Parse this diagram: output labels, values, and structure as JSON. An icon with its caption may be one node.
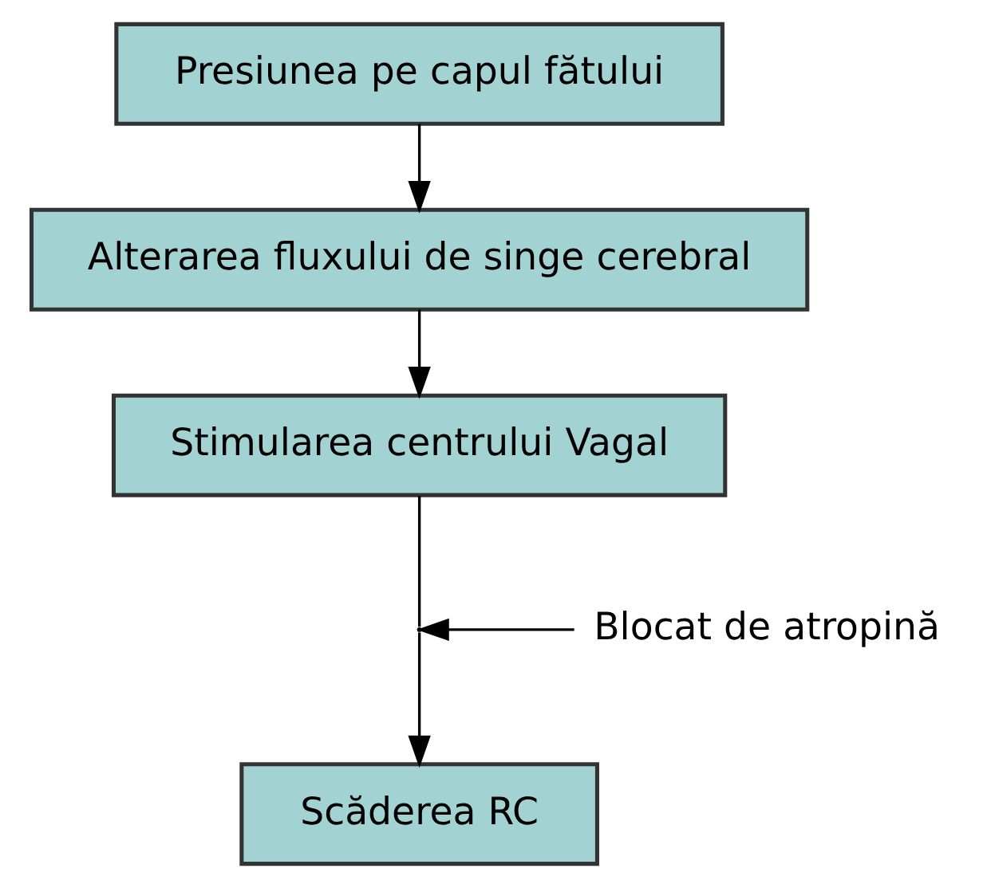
{
  "diagram": {
    "nodes": [
      {
        "text": [
          "Presiunea pe capul fătului"
        ]
      },
      {
        "text": [
          "Alterarea fluxului de singe cerebral"
        ]
      },
      {
        "text": [
          "Stimularea centrului Vagal"
        ]
      },
      {
        "text": [
          "Scăderea RC"
        ]
      },
      {
        "text": [
          "Blocat de atropină"
        ]
      }
    ],
    "edges": [
      {
        "from": 0,
        "to": 1,
        "arrow": "to"
      },
      {
        "from": 1,
        "to": 2,
        "arrow": "to"
      },
      {
        "from": 2,
        "to": 3,
        "arrow": "to"
      },
      {
        "from": 4,
        "to": null,
        "arrow": "to"
      }
    ]
  }
}
